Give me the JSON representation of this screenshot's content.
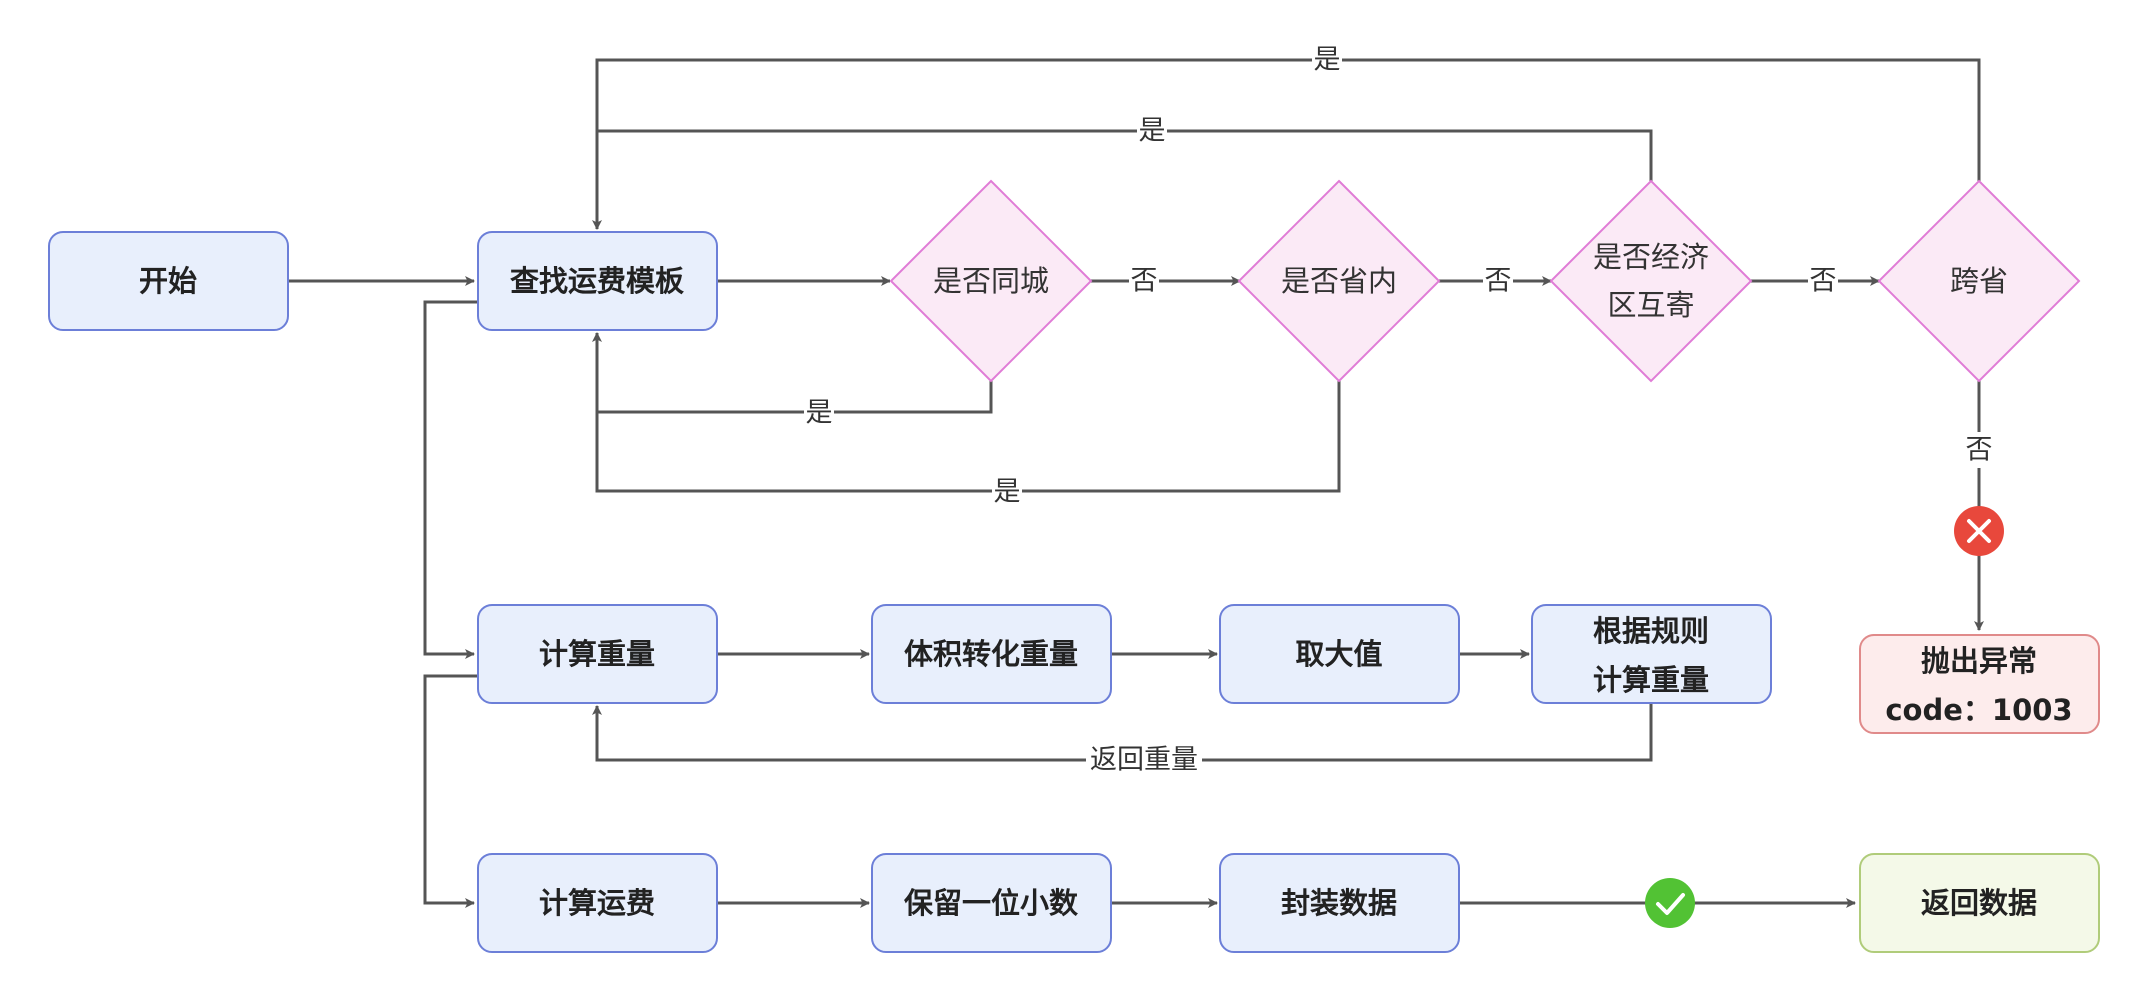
{
  "colors": {
    "process_fill": "#e8effc",
    "process_stroke": "#6c7fd8",
    "decision_fill": "#fbeaf6",
    "decision_stroke": "#e07cd6",
    "error_fill": "#fdecec",
    "error_stroke": "#e08a8a",
    "end_fill": "#f4f9e8",
    "end_stroke": "#b0cc7a",
    "edge": "#555555",
    "error_icon": "#e8483c",
    "success_icon": "#52c234"
  },
  "nodes": {
    "start": "开始",
    "find_template": "查找运费模板",
    "same_city": "是否同城",
    "same_province": "是否省内",
    "economic_zone_line1": "是否经济",
    "economic_zone_line2": "区互寄",
    "cross_province": "跨省",
    "calc_weight": "计算重量",
    "volume_to_weight": "体积转化重量",
    "take_max": "取大值",
    "rule_calc_line1": "根据规则",
    "rule_calc_line2": "计算重量",
    "throw_exception_line1": "抛出异常",
    "throw_exception_line2": "code：1003",
    "calc_freight": "计算运费",
    "round_one_decimal": "保留一位小数",
    "pack_data": "封装数据",
    "return_data": "返回数据"
  },
  "edge_labels": {
    "yes_cross_province": "是",
    "yes_economic_zone": "是",
    "yes_same_city": "是",
    "yes_same_province": "是",
    "no_same_city": "否",
    "no_same_province": "否",
    "no_economic_zone": "否",
    "no_cross_province": "否",
    "return_weight": "返回重量"
  },
  "icons": {
    "error": "close-icon",
    "success": "check-icon"
  }
}
